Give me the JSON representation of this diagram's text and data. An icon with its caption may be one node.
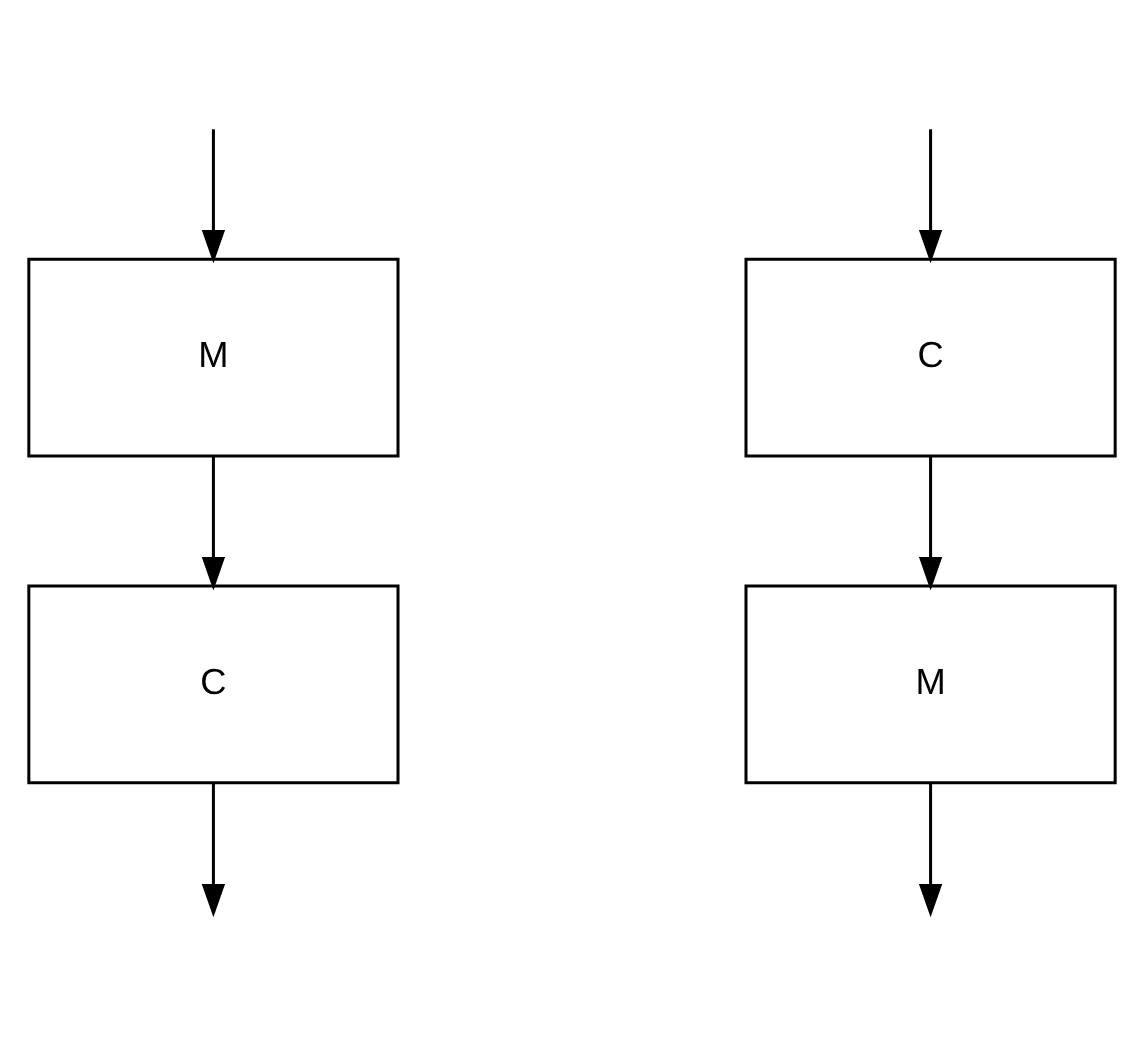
{
  "diagram": {
    "nodes": [
      {
        "text": [
          "M"
        ]
      },
      {
        "text": [
          "C"
        ]
      },
      {
        "text": [
          "C"
        ]
      },
      {
        "text": [
          "M"
        ]
      }
    ],
    "edges": [
      {
        "from": null,
        "to": 0,
        "arrow": "to"
      },
      {
        "from": 0,
        "to": 1,
        "arrow": "to"
      },
      {
        "from": 1,
        "to": null,
        "arrow": "to"
      },
      {
        "from": null,
        "to": 2,
        "arrow": "to"
      },
      {
        "from": 2,
        "to": 3,
        "arrow": "to"
      },
      {
        "from": 3,
        "to": null,
        "arrow": "to"
      }
    ]
  }
}
